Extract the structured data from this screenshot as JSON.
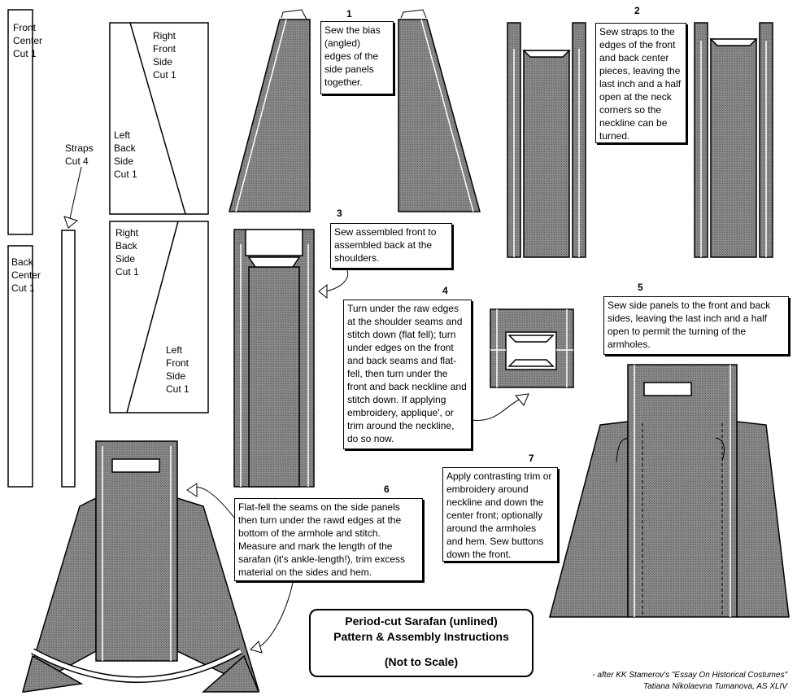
{
  "pieces": {
    "front_center": "Front\nCenter\nCut 1",
    "back_center": "Back\nCenter\nCut 1",
    "straps": "Straps\nCut 4",
    "right_front_side": "Right\nFront\nSide\nCut 1",
    "left_back_side": "Left\nBack\nSide\nCut 1",
    "right_back_side": "Right\nBack\nSide\nCut 1",
    "left_front_side": "Left\nFront\nSide\nCut 1"
  },
  "steps": [
    {
      "num": "1",
      "text": "Sew the bias (angled) edges of the side panels together."
    },
    {
      "num": "2",
      "text": "Sew straps to the edges of the front and back center pieces, leaving the last inch and a half open at the neck corners so the neckline can be turned."
    },
    {
      "num": "3",
      "text": "Sew assembled front to assembled back at the shoulders."
    },
    {
      "num": "4",
      "text": "Turn under the raw edges at the shoulder seams and stitch down (flat fell); turn under edges on the front and back seams and flat-fell, then turn under the front and back neckline and stitch down. If applying embroidery, applique',  or trim around the neckline, do so now."
    },
    {
      "num": "5",
      "text": "Sew side panels to the front and back sides, leaving the last inch and a half open to permit the turning of the armholes."
    },
    {
      "num": "6",
      "text": "Flat-fell the seams on the side panels then turn under the rawd edges at the bottom of the armhole and stitch. Measure and mark the length of the sarafan (it's ankle-length!), trim excess material on the sides and hem."
    },
    {
      "num": "7",
      "text": "Apply contrasting trim or embroidery around neckline and down the center front; optionally around the armholes and hem.  Sew buttons down the front."
    }
  ],
  "title": {
    "line1": "Period-cut Sarafan (unlined)",
    "line2": "Pattern & Assembly Instructions",
    "line3": "(Not to Scale)"
  },
  "credit": {
    "line1": "- after KK Stamerov's \"Essay On Historical Costumes\"",
    "line2": "Tatiana Nikolaevna Tumanova, AS XLIV"
  },
  "colors": {
    "fabric": "#7a7a7a",
    "outline": "#000000",
    "background": "#ffffff"
  }
}
